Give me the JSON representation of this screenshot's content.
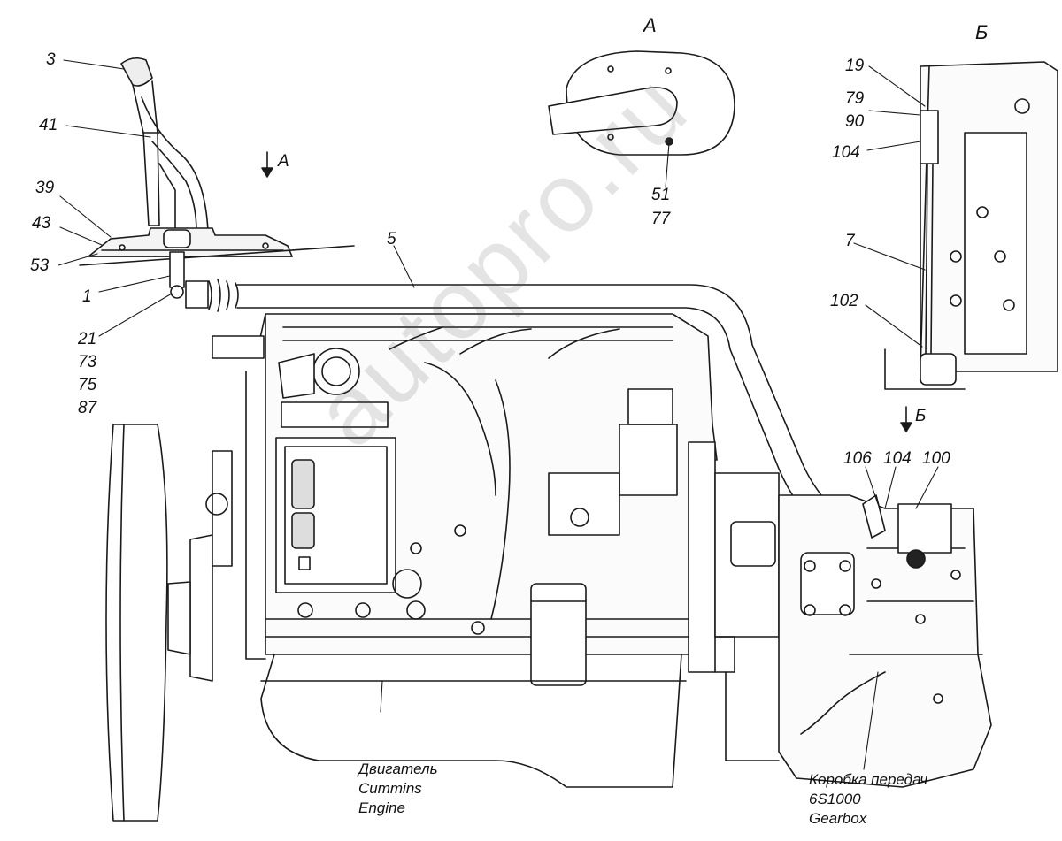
{
  "views": {
    "view_a_title": "А",
    "view_b_title": "Б",
    "arrow_a_label": "А",
    "arrow_b_label": "Б"
  },
  "callouts": {
    "n3": "3",
    "n41": "41",
    "n39": "39",
    "n43": "43",
    "n53": "53",
    "n1": "1",
    "n21": "21",
    "n73": "73",
    "n75": "75",
    "n87": "87",
    "n5": "5",
    "n51": "51",
    "n77": "77",
    "n19": "19",
    "n79": "79",
    "n90": "90",
    "n104_top": "104",
    "n7": "7",
    "n102": "102",
    "n106": "106",
    "n104": "104",
    "n100": "100"
  },
  "captions": {
    "engine": [
      "Двигатель",
      "Cummins",
      "Engine"
    ],
    "gearbox": [
      "Коробка передач",
      "6S1000",
      "Gearbox"
    ]
  },
  "watermark": "autopro.ru",
  "colors": {
    "line": "#1a1a1a",
    "shade": "#cfcfcf",
    "bg": "#ffffff"
  }
}
